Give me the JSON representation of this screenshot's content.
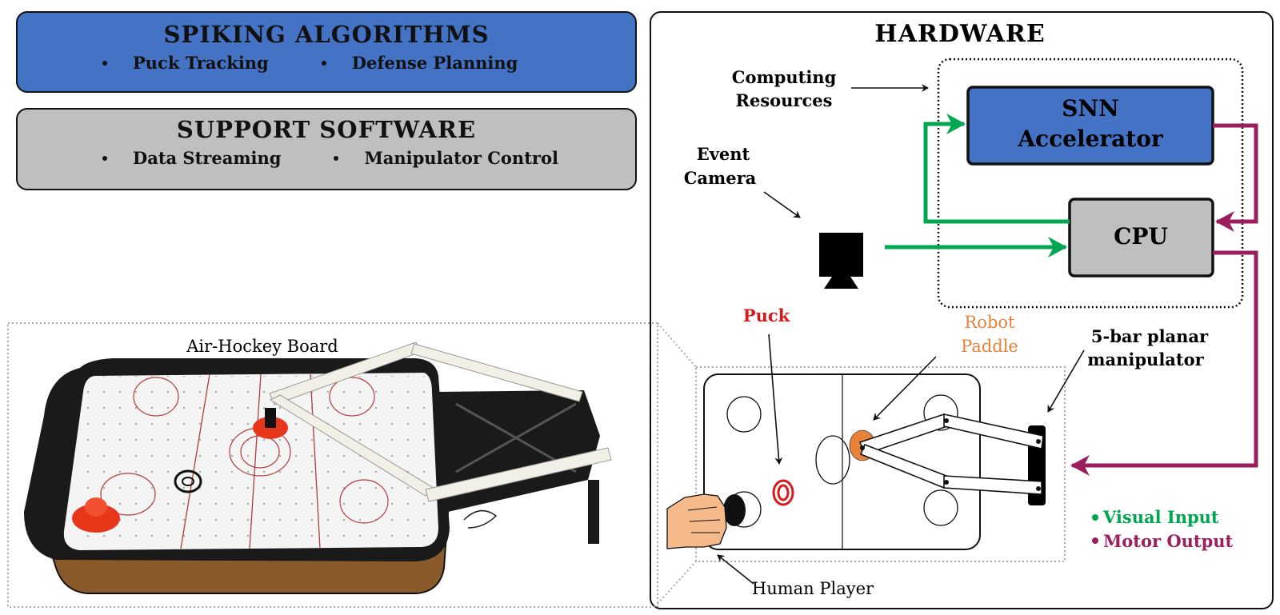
{
  "algorithms": {
    "title": "SPIKING ALGORITHMS",
    "items": [
      "Puck Tracking",
      "Defense Planning"
    ],
    "color": "#4472c4"
  },
  "support": {
    "title": "SUPPORT SOFTWARE",
    "items": [
      "Data Streaming",
      "Manipulator Control"
    ],
    "color": "#bfbfbf"
  },
  "hardware": {
    "title": "HARDWARE",
    "computing_label_1": "Computing",
    "computing_label_2": "Resources",
    "snn_label_1": "SNN",
    "snn_label_2": "Accelerator",
    "cpu_label": "CPU",
    "camera_label_1": "Event",
    "camera_label_2": "Camera",
    "puck_label": "Puck",
    "paddle_label_1": "Robot",
    "paddle_label_2": "Paddle",
    "manipulator_label_1": "5-bar planar",
    "manipulator_label_2": "manipulator",
    "human_label": "Human Player"
  },
  "legend": {
    "visual": "Visual Input",
    "motor": "Motor Output",
    "visual_color": "#00a650",
    "motor_color": "#9b1e5e"
  },
  "photo": {
    "label": "Air-Hockey Board"
  },
  "colors": {
    "puck": "#d7191c",
    "paddle": "#e8823a",
    "snn": "#4472c4",
    "cpu": "#bfbfbf"
  }
}
